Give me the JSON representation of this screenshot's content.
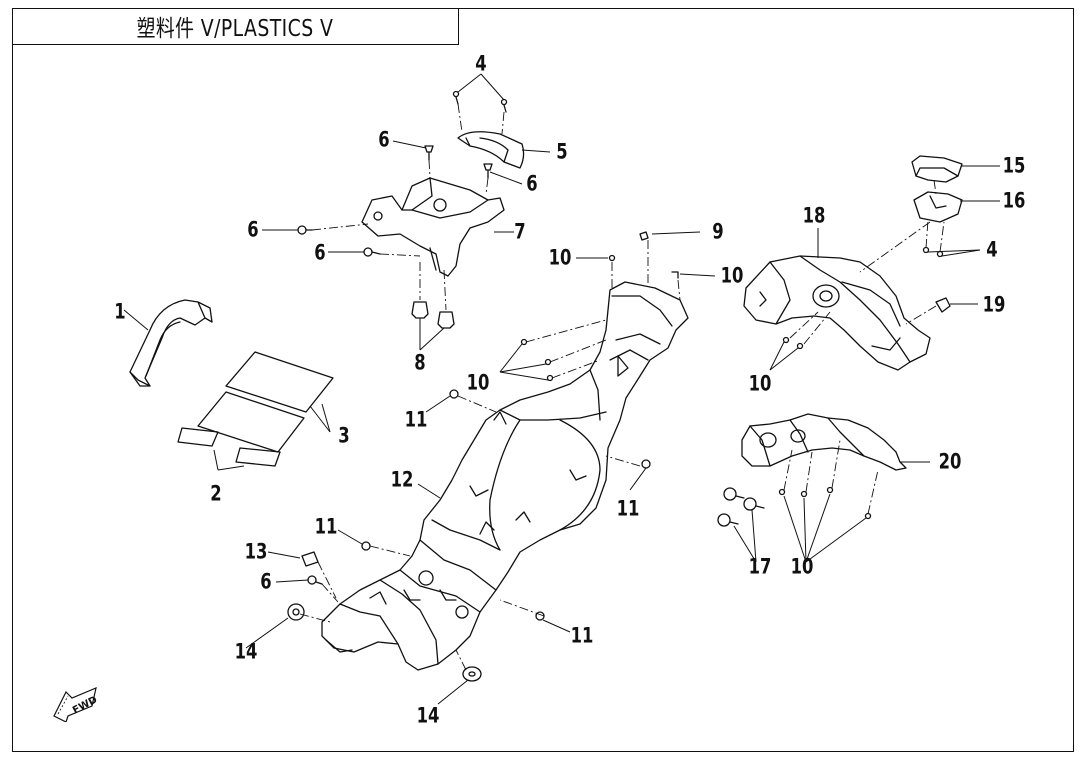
{
  "title": "塑料件 V/PLASTICS V",
  "callouts": {
    "c1": "1",
    "c2": "2",
    "c3": "3",
    "c4a": "4",
    "c4b": "4",
    "c5": "5",
    "c6a": "6",
    "c6b": "6",
    "c6c": "6",
    "c6d": "6",
    "c6e": "6",
    "c7": "7",
    "c8": "8",
    "c9": "9",
    "c10a": "10",
    "c10b": "10",
    "c10c": "10",
    "c10d": "10",
    "c10e": "10",
    "c11a": "11",
    "c11b": "11",
    "c11c": "11",
    "c11d": "11",
    "c12": "12",
    "c13": "13",
    "c14a": "14",
    "c14b": "14",
    "c15": "15",
    "c16": "16",
    "c17": "17",
    "c18": "18",
    "c19": "19",
    "c20": "20"
  },
  "fwd_label": "FWD"
}
